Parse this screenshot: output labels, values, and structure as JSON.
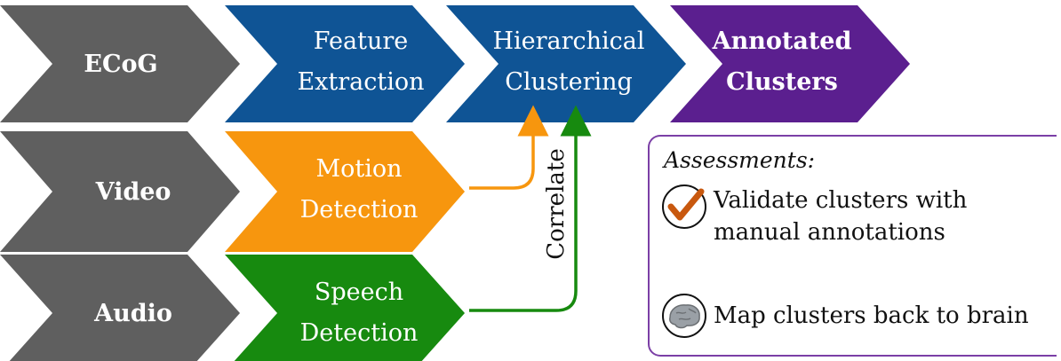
{
  "pipeline": {
    "row1": {
      "ecog": "ECoG",
      "feature_extraction": [
        "Feature",
        "Extraction"
      ],
      "hierarchical_clustering": [
        "Hierarchical",
        "Clustering"
      ],
      "annotated_clusters": [
        "Annotated",
        "Clusters"
      ]
    },
    "row2": {
      "video": "Video",
      "motion_detection": [
        "Motion",
        "Detection"
      ]
    },
    "row3": {
      "audio": "Audio",
      "speech_detection": [
        "Speech",
        "Detection"
      ]
    },
    "correlate_label": "Correlate"
  },
  "assessments": {
    "title": "Assessments:",
    "items": [
      {
        "icon": "checkmark-icon",
        "lines": [
          "Validate clusters with",
          "manual annotations"
        ]
      },
      {
        "icon": "brain-icon",
        "lines": [
          "Map clusters back to brain"
        ]
      }
    ]
  },
  "colors": {
    "gray": "#5f5f5f",
    "blue": "#0f5495",
    "purple": "#5b1f8f",
    "orange": "#f7960e",
    "green": "#178a0f",
    "panel_border": "#7b3fa6"
  }
}
